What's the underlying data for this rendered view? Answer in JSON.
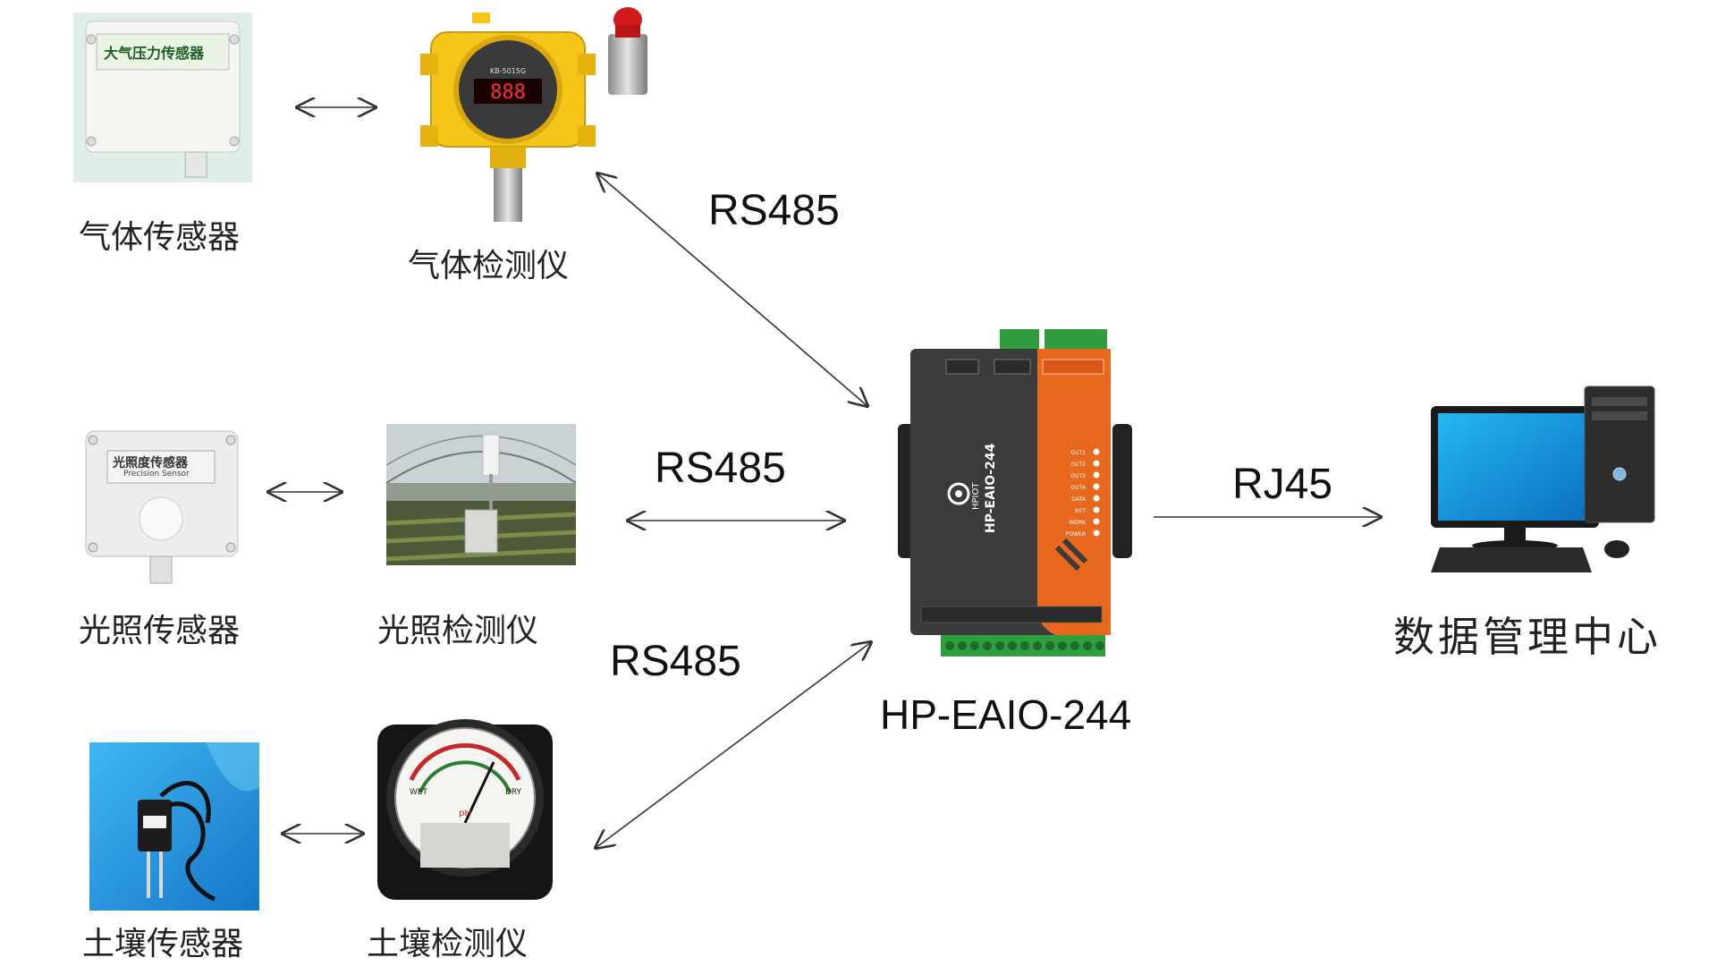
{
  "sensors": {
    "gas_sensor": {
      "label": "气体传感器",
      "plate_text": "大气压力传感器"
    },
    "gas_detector": {
      "label": "气体检测仪",
      "display": "888",
      "model_text": "KB-5015G"
    },
    "light_sensor": {
      "label": "光照传感器",
      "plate_text": "光照度传感器",
      "plate_sub": "Precision Sensor"
    },
    "light_detector": {
      "label": "光照检测仪"
    },
    "soil_sensor": {
      "label": "土壤传感器"
    },
    "soil_detector": {
      "label": "土壤检测仪",
      "scale_left": "WET",
      "scale_right": "DRY",
      "scale_mid": "pH"
    }
  },
  "links": {
    "rs485_top": "RS485",
    "rs485_mid": "RS485",
    "rs485_bottom": "RS485",
    "rj45": "RJ45"
  },
  "gateway": {
    "model": "HP-EAIO-244",
    "brand": "HPIOT",
    "device_text": "HP-EAIO-244",
    "leds": [
      "OUT1",
      "OUT2",
      "OUT3",
      "OUT4",
      "DATA",
      "NET",
      "WORK",
      "POWER"
    ]
  },
  "data_center": {
    "label": "数据管理中心"
  },
  "colors": {
    "gateway_body": "#3b3b3b",
    "gateway_accent": "#e8681e",
    "terminal_green": "#2e9e3e",
    "gas_detector_yellow": "#f5c518",
    "monitor_blue": "#1aa3e0"
  }
}
